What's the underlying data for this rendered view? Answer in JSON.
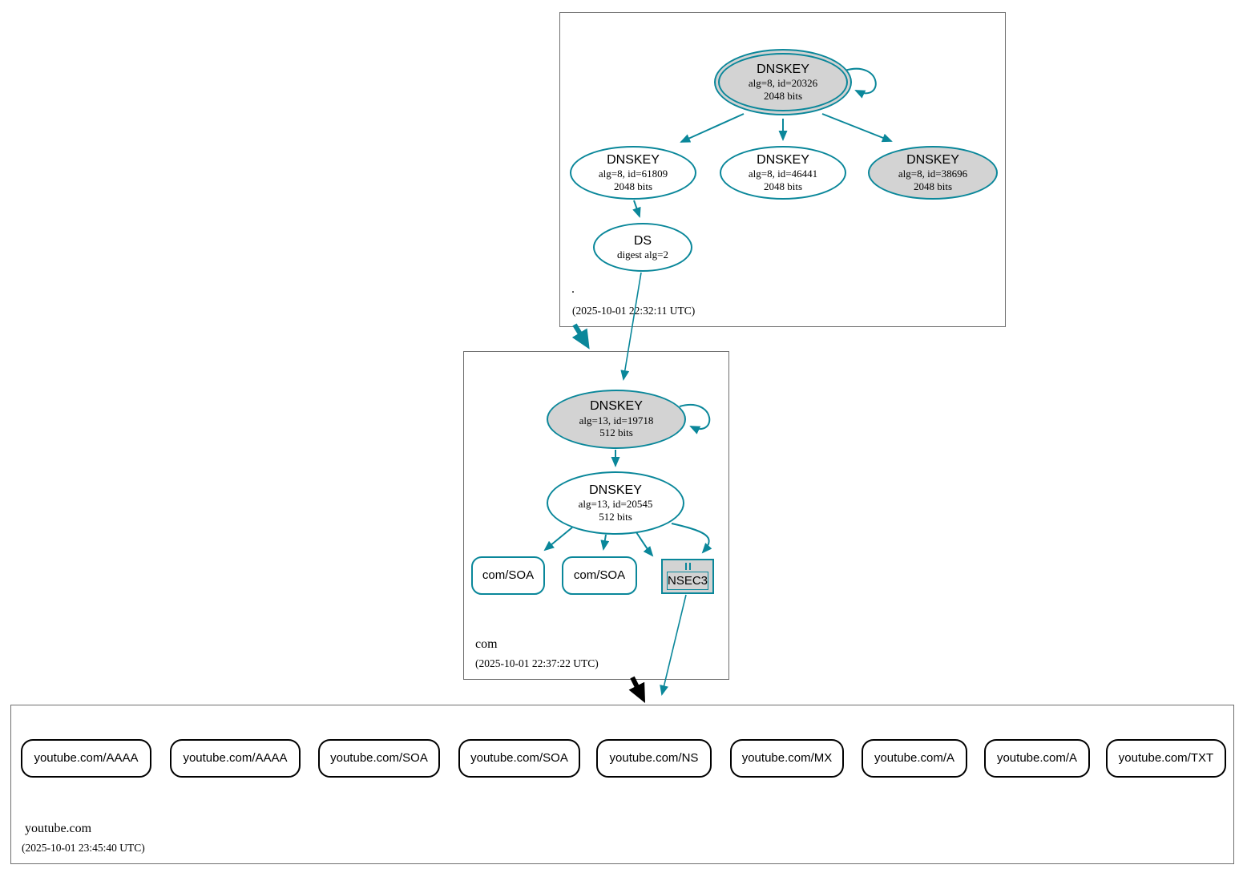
{
  "colors": {
    "teal": "#0a879a",
    "node-fill-gray": "#d3d3d3",
    "black": "#000000",
    "box-border": "#6f6f6f"
  },
  "zones": [
    {
      "label": ".",
      "timestamp": "(2025-10-01 22:32:11 UTC)",
      "dnskeys": [
        {
          "title": "DNSKEY",
          "detail": "alg=8, id=20326",
          "bits": "2048 bits"
        },
        {
          "title": "DNSKEY",
          "detail": "alg=8, id=61809",
          "bits": "2048 bits"
        },
        {
          "title": "DNSKEY",
          "detail": "alg=8, id=46441",
          "bits": "2048 bits"
        },
        {
          "title": "DNSKEY",
          "detail": "alg=8, id=38696",
          "bits": "2048 bits"
        }
      ],
      "ds": {
        "title": "DS",
        "detail": "digest alg=2"
      }
    },
    {
      "label": "com",
      "timestamp": "(2025-10-01 22:37:22 UTC)",
      "dnskeys": [
        {
          "title": "DNSKEY",
          "detail": "alg=13, id=19718",
          "bits": "512 bits"
        },
        {
          "title": "DNSKEY",
          "detail": "alg=13, id=20545",
          "bits": "512 bits"
        }
      ],
      "rrsets": [
        {
          "label": "com/SOA"
        },
        {
          "label": "com/SOA"
        }
      ],
      "nsec3": {
        "label": "NSEC3"
      }
    },
    {
      "label": "youtube.com",
      "timestamp": "(2025-10-01 23:45:40 UTC)",
      "rrsets": [
        {
          "label": "youtube.com/AAAA"
        },
        {
          "label": "youtube.com/AAAA"
        },
        {
          "label": "youtube.com/SOA"
        },
        {
          "label": "youtube.com/SOA"
        },
        {
          "label": "youtube.com/NS"
        },
        {
          "label": "youtube.com/MX"
        },
        {
          "label": "youtube.com/A"
        },
        {
          "label": "youtube.com/A"
        },
        {
          "label": "youtube.com/TXT"
        }
      ]
    }
  ]
}
